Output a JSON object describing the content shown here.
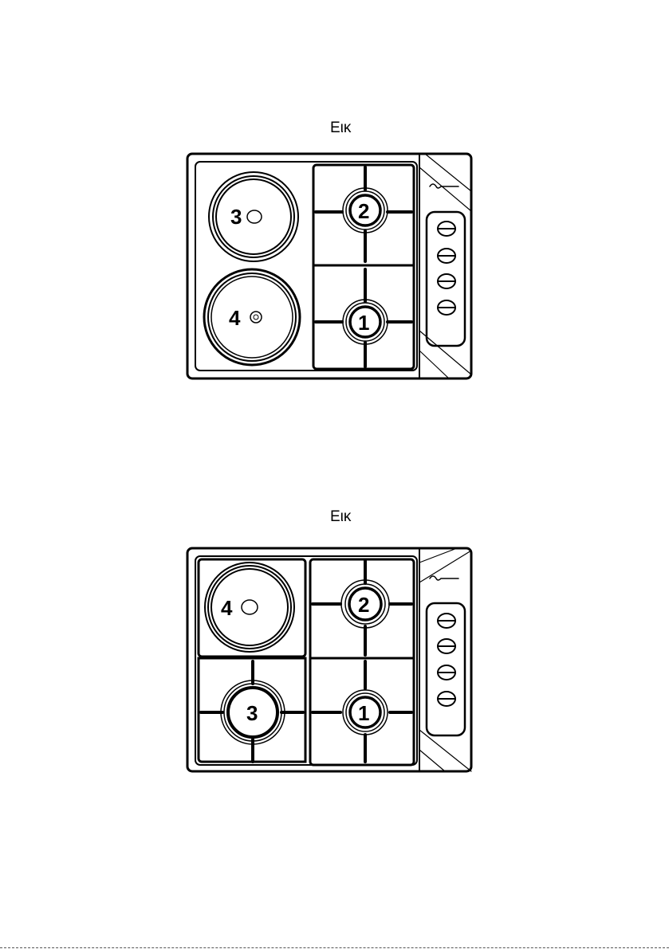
{
  "figures": [
    {
      "caption": "Εικ",
      "zones": [
        {
          "number": "3",
          "type": "electric-plate"
        },
        {
          "number": "4",
          "type": "electric-plate"
        },
        {
          "number": "2",
          "type": "gas-burner"
        },
        {
          "number": "1",
          "type": "gas-burner"
        }
      ]
    },
    {
      "caption": "Εικ",
      "zones": [
        {
          "number": "4",
          "type": "electric-plate"
        },
        {
          "number": "3",
          "type": "gas-burner"
        },
        {
          "number": "2",
          "type": "gas-burner"
        },
        {
          "number": "1",
          "type": "gas-burner"
        }
      ]
    }
  ],
  "colors": {
    "line": "#000000",
    "background": "#ffffff"
  },
  "knob_count": 4
}
